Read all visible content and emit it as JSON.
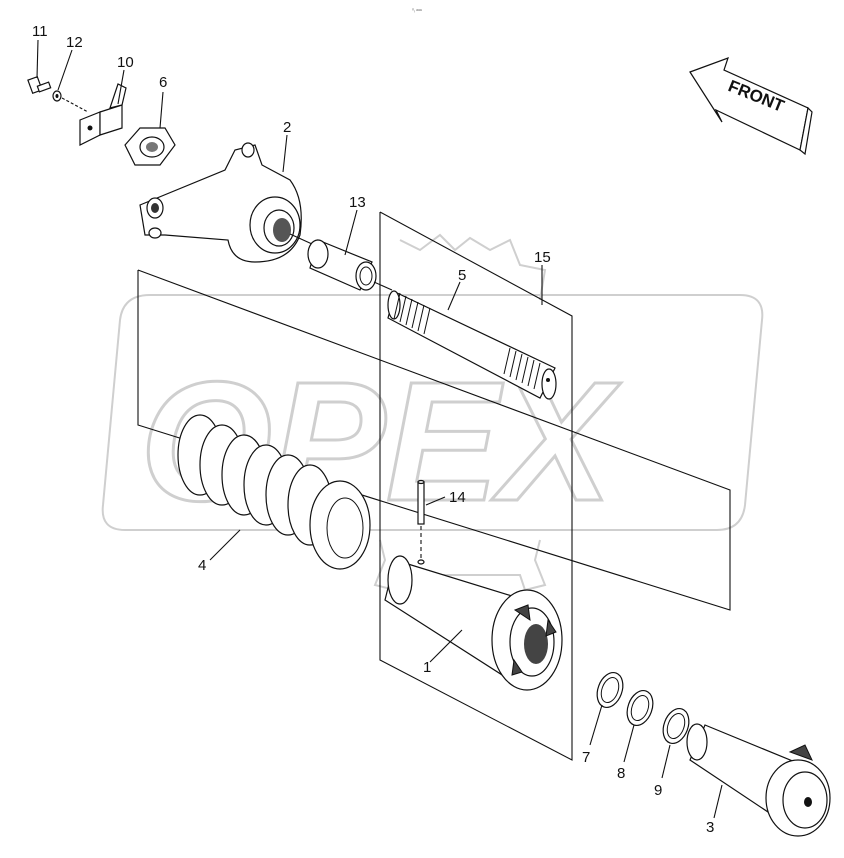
{
  "diagram": {
    "front_label": "FRONT",
    "watermark": "OPEX",
    "callouts": {
      "p1": "1",
      "p2": "2",
      "p3": "3",
      "p4": "4",
      "p5": "5",
      "p6": "6",
      "p7": "7",
      "p8": "8",
      "p9": "9",
      "p10": "10",
      "p11": "11",
      "p12": "12",
      "p13": "13",
      "p14": "14",
      "p15": "15"
    }
  }
}
